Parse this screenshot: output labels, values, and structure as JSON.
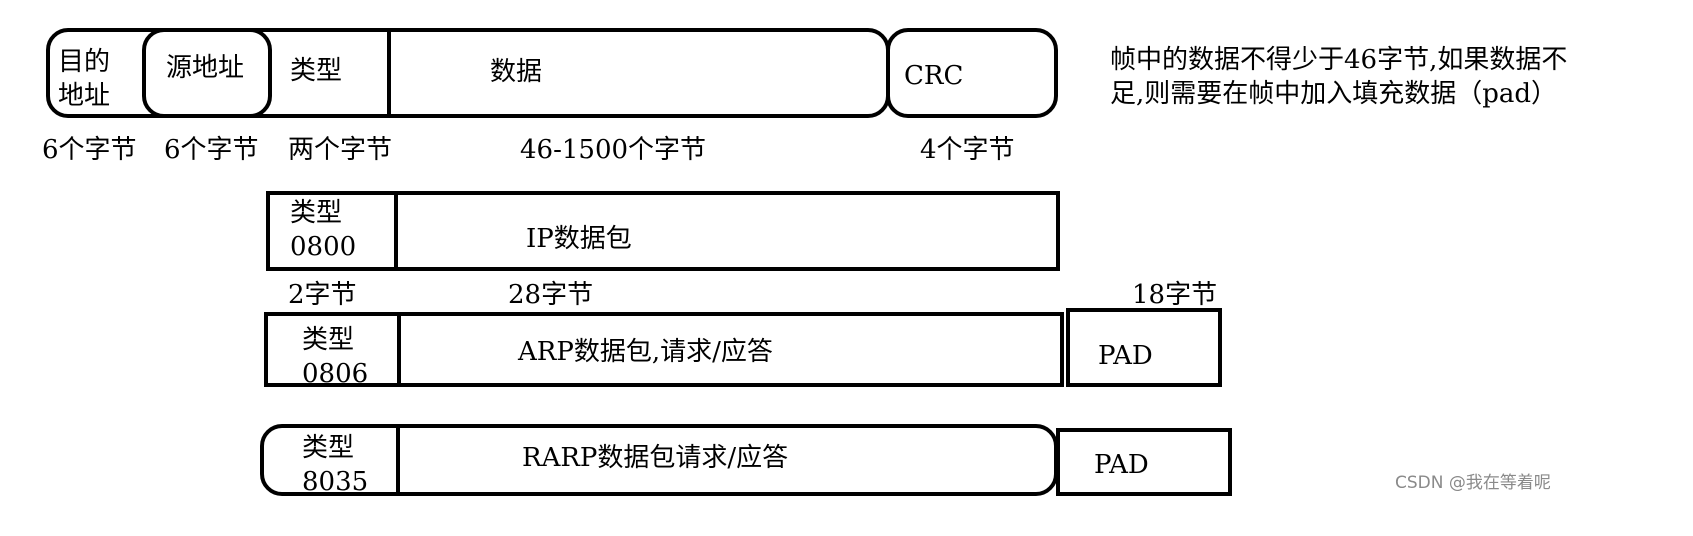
{
  "frame": {
    "dest_addr_line1": "目的",
    "dest_addr_line2": "地址",
    "src_addr": "源地址",
    "type": "类型",
    "data": "数据",
    "crc": "CRC",
    "sizes": {
      "dest": "6个字节",
      "src": "6个字节",
      "type": "两个字节",
      "data": "46-1500个字节",
      "crc": "4个字节"
    }
  },
  "note": {
    "line1": "帧中的数据不得少于46字节,如果数据不",
    "line2": "足,则需要在帧中加入填充数据（pad）"
  },
  "ip_row": {
    "type_label": "类型",
    "type_code": "0800",
    "payload": "IP数据包",
    "size_type": "2字节",
    "size_payload": "28字节",
    "size_pad": "18字节"
  },
  "arp_row": {
    "type_label": "类型",
    "type_code": "0806",
    "payload": "ARP数据包,请求/应答",
    "pad": "PAD"
  },
  "rarp_row": {
    "type_label": "类型",
    "type_code": "8035",
    "payload": "RARP数据包请求/应答",
    "pad": "PAD"
  },
  "watermark": "CSDN @我在等着呢"
}
